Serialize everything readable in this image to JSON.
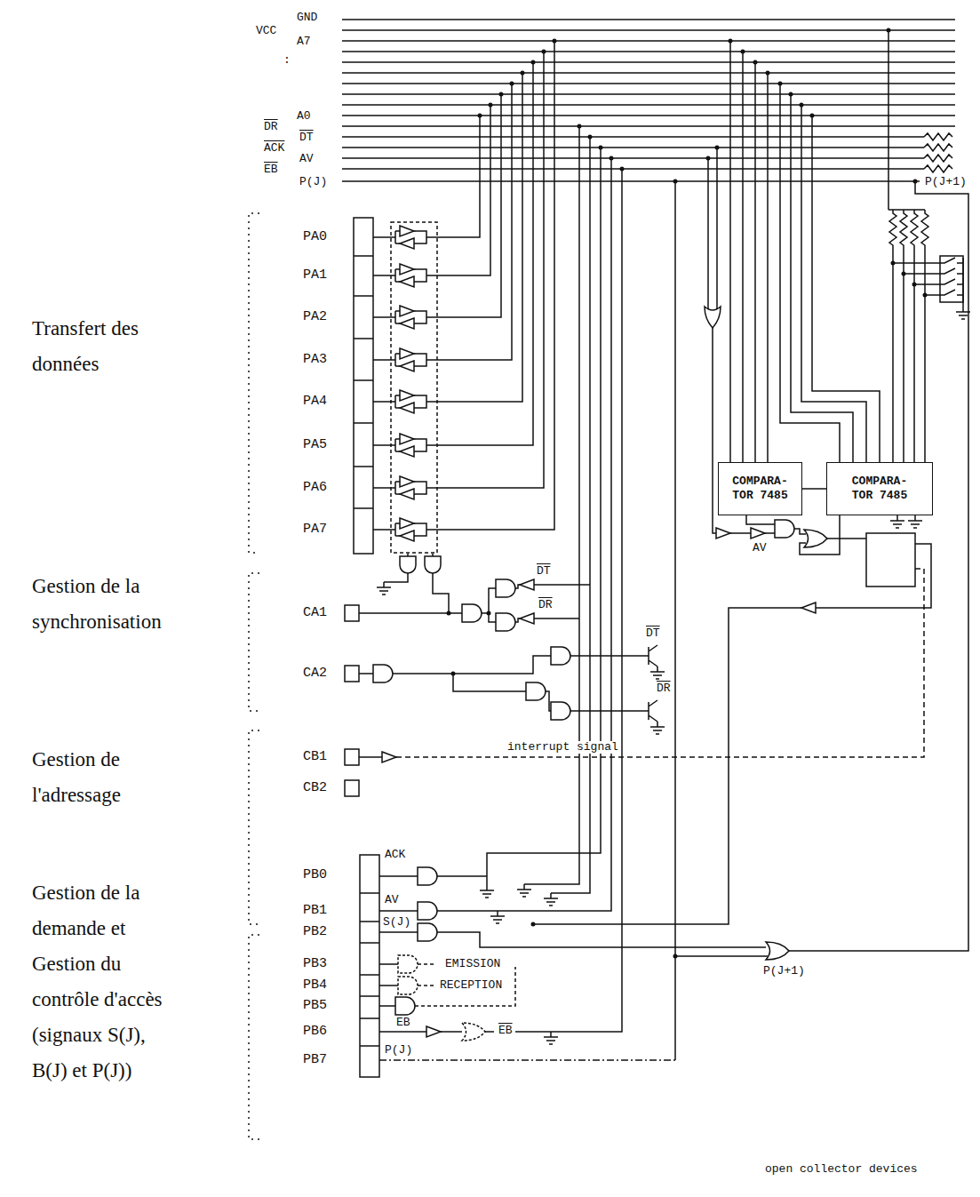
{
  "diagram": {
    "nodes": [
      {
        "text": [
          "COMPARA- TOR 7485"
        ]
      },
      {
        "text": [
          "COMPARA- TOR 7485"
        ]
      }
    ],
    "edges": [
      {
        "from": 0,
        "to": 1,
        "arrow": "none"
      }
    ],
    "labels": [
      "VCC",
      "GND",
      "A7",
      ":",
      "A0",
      "DR",
      "DT",
      "ACK",
      "AV",
      "EB",
      "P(J)",
      "P(J+1)",
      "Transfert des données",
      "PA0",
      "PA1",
      "PA2",
      "PA3",
      "PA4",
      "PA5",
      "PA6",
      "PA7",
      "Gestion de la synchronisation",
      "CA1",
      "CA2",
      "DT",
      "DR",
      "DT",
      "DR",
      "AV",
      "Gestion de l'adressage",
      "CB1",
      "CB2",
      "interrupt signal",
      "Gestion de la demande et Gestion du contrôle d'accès (signaux S(J), B(J) et P(J))",
      "PB0",
      "PB1",
      "PB2",
      "PB3",
      "PB4",
      "PB5",
      "PB6",
      "PB7",
      "ACK",
      "AV",
      "S(J)",
      "EMISSION",
      "RECEPTION",
      "EB",
      "EB",
      "P(J)",
      "P(J+1)",
      "open collector devices"
    ]
  }
}
